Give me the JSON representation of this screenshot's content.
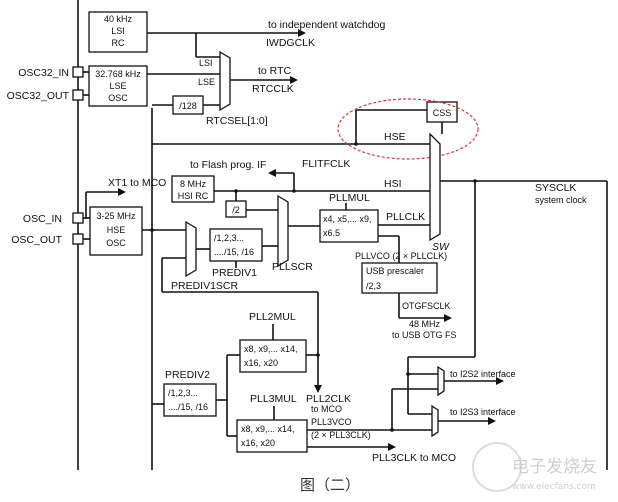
{
  "caption": "图（二）",
  "highlight_color": "#d23a3a",
  "blocks": {
    "lsi": {
      "lines": [
        "40 kHz",
        "LSI",
        "RC"
      ]
    },
    "lse": {
      "lines": [
        "32.768 kHz",
        "LSE",
        "OSC"
      ]
    },
    "div128": "/128",
    "hse": {
      "lines": [
        "3-25 MHz",
        "HSE",
        "OSC"
      ]
    },
    "hsi": {
      "lines": [
        "8 MHz",
        "HSI RC"
      ]
    },
    "div2": "/2",
    "prediv1": {
      "lines": [
        "/1,2,3...",
        "..../15, /16"
      ],
      "label": "PREDIV1"
    },
    "pllmul": {
      "lines": [
        "x4, x5,... x9,",
        "x6.5"
      ],
      "label": "PLLMUL"
    },
    "usb_prescaler": {
      "lines": [
        "USB prescaler",
        "/2,3"
      ]
    },
    "css": "CSS",
    "pll2mul": {
      "lines": [
        "x8, x9,... x14,",
        "x16, x20"
      ],
      "label": "PLL2MUL"
    },
    "prediv2": {
      "lines": [
        "/1,2,3...",
        "..../15, /16"
      ],
      "label": "PREDIV2"
    },
    "pll3mul": {
      "lines": [
        "x8, x9,... x14,",
        "x16, x20"
      ],
      "label": "PLL3MUL"
    }
  },
  "pins": {
    "osc32_in": "OSC32_IN",
    "osc32_out": "OSC32_OUT",
    "osc_in": "OSC_IN",
    "osc_out": "OSC_OUT"
  },
  "signals": {
    "to_iwdg": "to independent watchdog",
    "iwdgclk": "IWDGCLK",
    "lsi": "LSI",
    "lse": "LSE",
    "to_rtc": "to RTC",
    "rtcclk": "RTCCLK",
    "rtcsel": "RTCSEL[1:0]",
    "hse": "HSE",
    "to_flash": "to Flash prog. IF",
    "flitfclk": "FLITFCLK",
    "hsi": "HSI",
    "xt1_mco": "XT1 to MCO",
    "pllclk": "PLLCLK",
    "sw": "SW",
    "sysclk": "SYSCLK",
    "sysclk_desc": "system clock",
    "pllscr": "PLLSCR",
    "prediv1scr": "PREDIV1SCR",
    "pllvco": "PLLVCO (2 × PLLCLK)",
    "otgfsclk": "OTGFSCLK",
    "mhz48": "48 MHz",
    "to_usb": "to USB OTG FS",
    "pll2clk": "PLL2CLK",
    "to_mco": "to MCO",
    "pll3vco": "PLL3VCO",
    "pll3vco_desc": "(2 × PLL3CLK)",
    "pll3clk_mco": "PLL3CLK to MCO",
    "i2s2": "to I2S2 interface",
    "i2s3": "to I2S3 interface"
  },
  "watermark": {
    "cn": "电子发烧友",
    "url": "www.elecfans.com"
  }
}
